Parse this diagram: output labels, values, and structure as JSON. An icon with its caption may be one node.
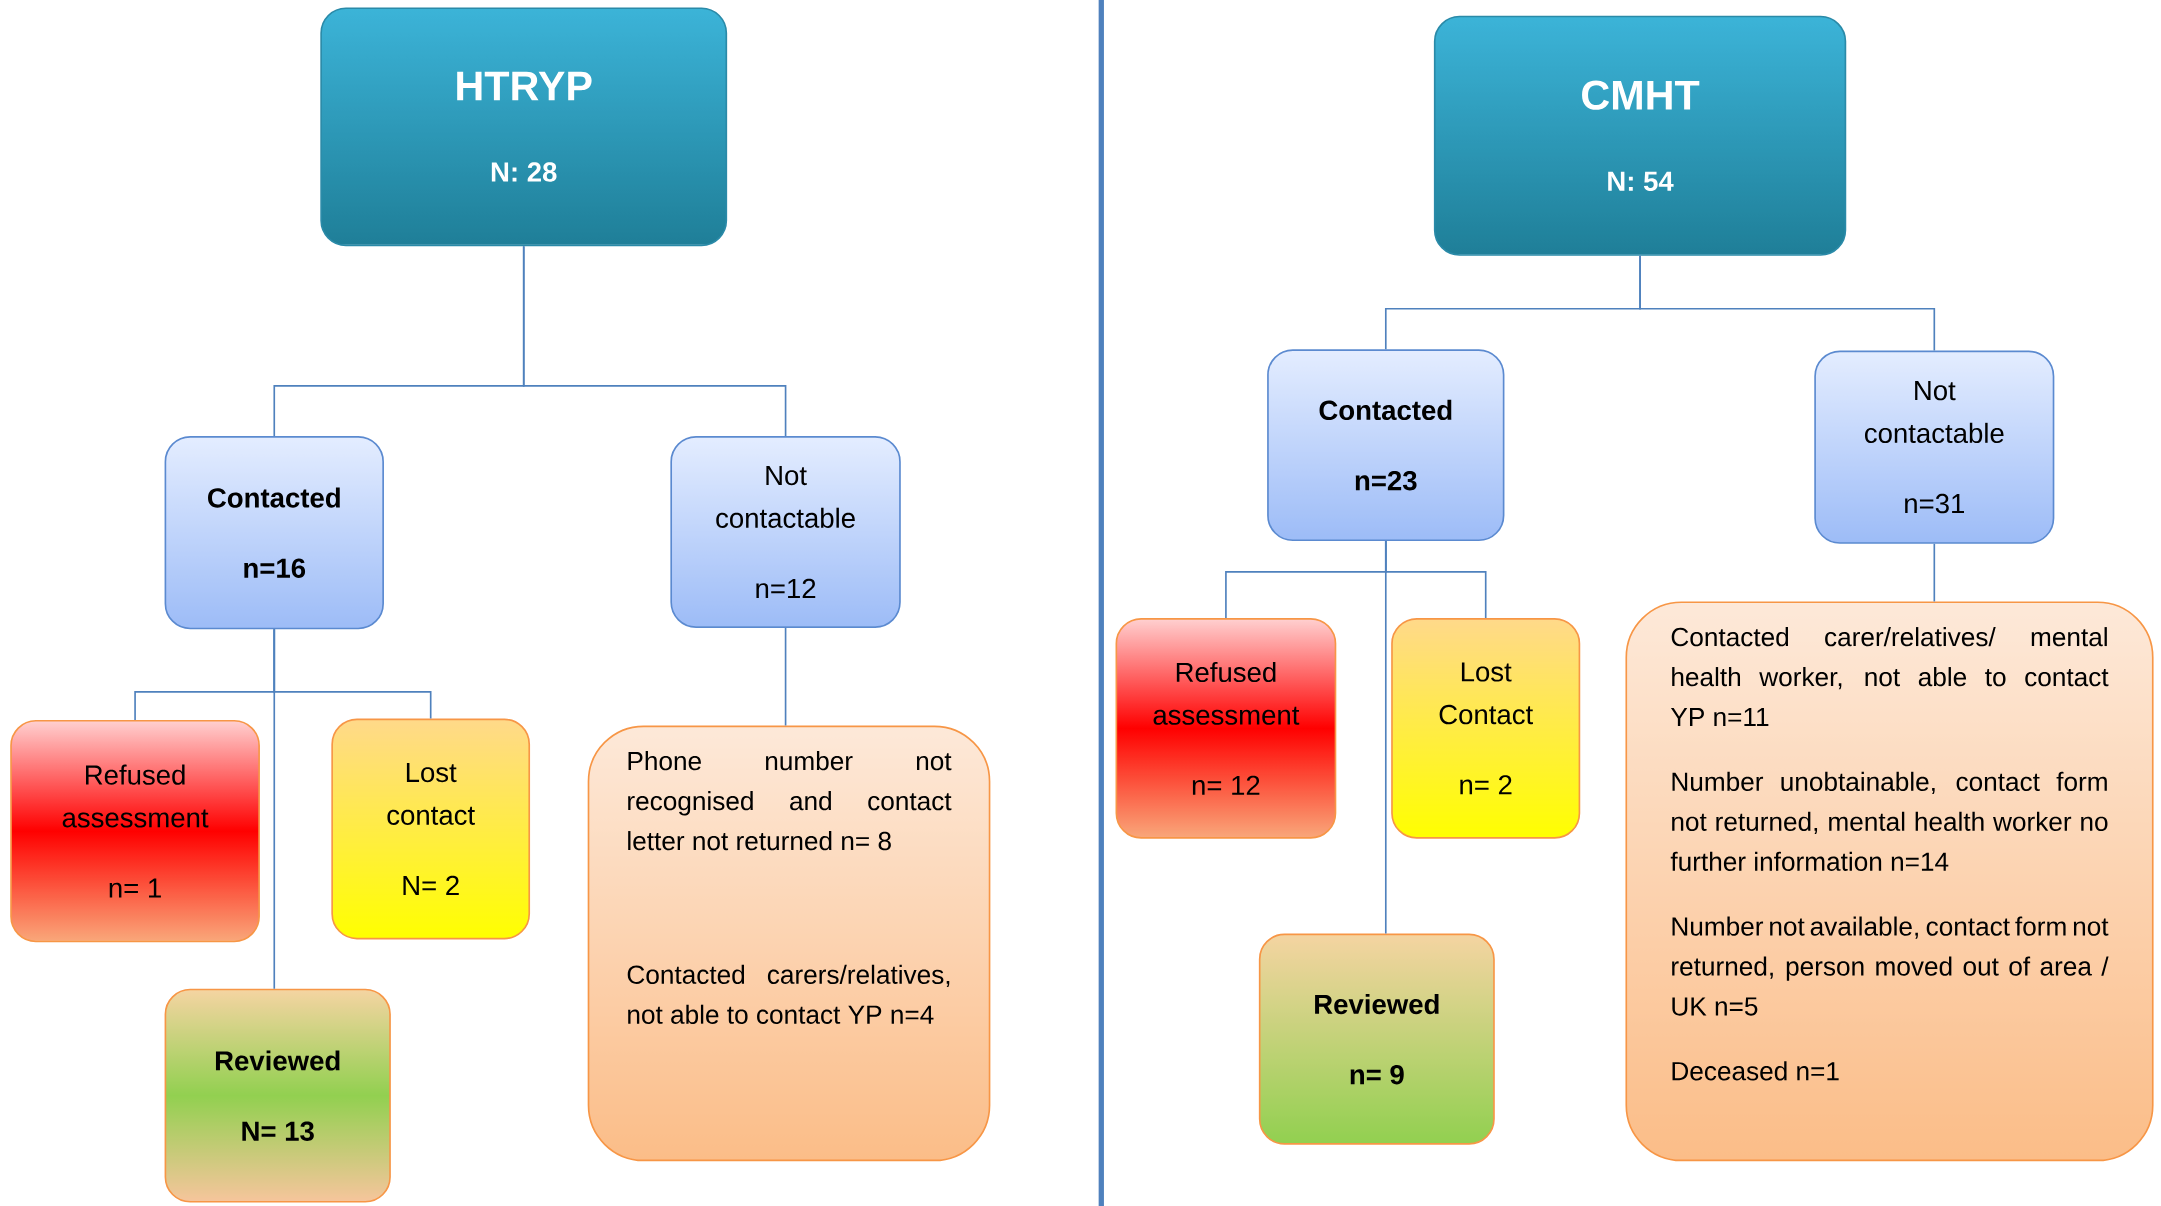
{
  "diagram": {
    "nodes": [
      {
        "text": [
          "HTRYP",
          "N: 28"
        ]
      },
      {
        "text": [
          "Contacted",
          "n=16"
        ]
      },
      {
        "text": [
          "Not contactable",
          "n=12"
        ]
      },
      {
        "text": [
          "Refused assessment",
          "n= 1"
        ]
      },
      {
        "text": [
          "Lost contact",
          "N= 2"
        ]
      },
      {
        "text": [
          "Reviewed",
          "N= 13"
        ]
      },
      {
        "text": [
          "Phone number not recognised and contact letter not returned n= 8",
          "Contacted carers/relatives, not able to contact YP n=4"
        ]
      },
      {
        "text": [
          "CMHT",
          "N: 54"
        ]
      },
      {
        "text": [
          "Contacted",
          "n=23"
        ]
      },
      {
        "text": [
          "Not contactable",
          "n=31"
        ]
      },
      {
        "text": [
          "Refused assessment",
          "n= 12"
        ]
      },
      {
        "text": [
          "Lost Contact",
          "n= 2"
        ]
      },
      {
        "text": [
          "Reviewed",
          "n= 9"
        ]
      },
      {
        "text": [
          "Contacted carer/relatives/ mental health worker, not able to contact YP n=11",
          "Number unobtainable, contact form not returned, mental health worker no further information n=14",
          "Number not available, contact form not returned, person moved out of area / UK n=5",
          "Deceased n=1"
        ]
      }
    ],
    "edges": [
      {
        "from": 0,
        "to": 1,
        "arrow": "none"
      },
      {
        "from": 0,
        "to": 2,
        "arrow": "none"
      },
      {
        "from": 1,
        "to": 3,
        "arrow": "none"
      },
      {
        "from": 1,
        "to": 4,
        "arrow": "none"
      },
      {
        "from": 1,
        "to": 5,
        "arrow": "none"
      },
      {
        "from": 2,
        "to": 6,
        "arrow": "none"
      },
      {
        "from": 7,
        "to": 8,
        "arrow": "none"
      },
      {
        "from": 7,
        "to": 9,
        "arrow": "none"
      },
      {
        "from": 8,
        "to": 10,
        "arrow": "none"
      },
      {
        "from": 8,
        "to": 11,
        "arrow": "none"
      },
      {
        "from": 8,
        "to": 12,
        "arrow": "none"
      },
      {
        "from": 9,
        "to": 13,
        "arrow": "none"
      }
    ]
  }
}
